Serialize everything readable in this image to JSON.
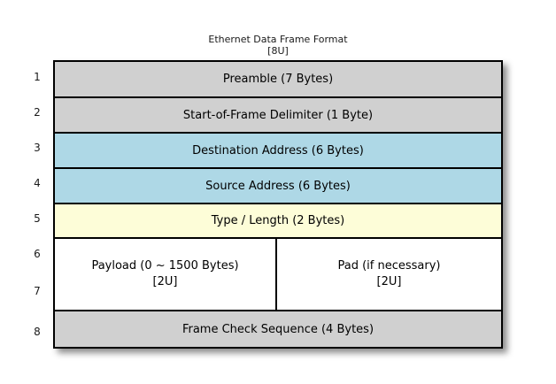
{
  "title": {
    "main": "Ethernet Data Frame Format",
    "sub": "[8U]"
  },
  "row_indices": [
    "1",
    "2",
    "3",
    "4",
    "5",
    "6",
    "7",
    "8"
  ],
  "colors": {
    "gray": "#d0d0d0",
    "blue": "#aed8e6",
    "yellow": "#fdfdd8",
    "white": "#ffffff",
    "border": "#000000"
  },
  "rows": [
    {
      "index": "1",
      "label": "Preamble (7 Bytes)",
      "fill": "#d0d0d0"
    },
    {
      "index": "2",
      "label": "Start-of-Frame Delimiter (1 Byte)",
      "fill": "#d0d0d0"
    },
    {
      "index": "3",
      "label": "Destination Address (6 Bytes)",
      "fill": "#aed8e6"
    },
    {
      "index": "4",
      "label": "Source Address (6 Bytes)",
      "fill": "#aed8e6"
    },
    {
      "index": "5",
      "label": "Type / Length (2 Bytes)",
      "fill": "#fdfdd8"
    },
    {
      "index": "6-7",
      "fill": "#ffffff",
      "split": true,
      "left": {
        "label": "Payload (0 ~ 1500 Bytes)",
        "annotation": "[2U]"
      },
      "right": {
        "label": "Pad (if necessary)",
        "annotation": "[2U]"
      }
    },
    {
      "index": "8",
      "label": "Frame Check Sequence (4 Bytes)",
      "fill": "#d0d0d0"
    }
  ]
}
